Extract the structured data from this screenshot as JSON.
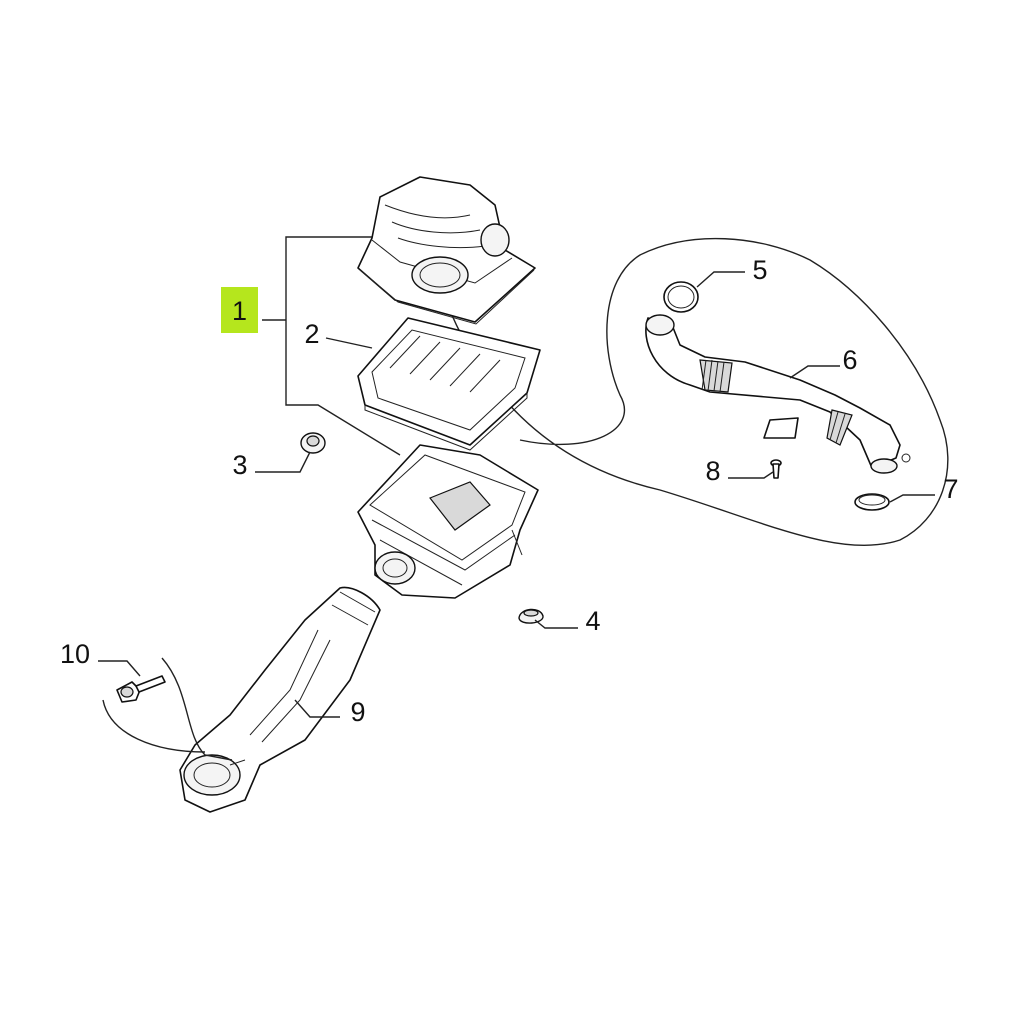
{
  "diagram": {
    "highlight_color": "#b5e61d",
    "callouts": [
      {
        "id": "1",
        "label": "1",
        "highlighted": true
      },
      {
        "id": "2",
        "label": "2"
      },
      {
        "id": "3",
        "label": "3"
      },
      {
        "id": "4",
        "label": "4"
      },
      {
        "id": "5",
        "label": "5"
      },
      {
        "id": "6",
        "label": "6"
      },
      {
        "id": "7",
        "label": "7"
      },
      {
        "id": "8",
        "label": "8"
      },
      {
        "id": "9",
        "label": "9"
      },
      {
        "id": "10",
        "label": "10"
      }
    ]
  }
}
